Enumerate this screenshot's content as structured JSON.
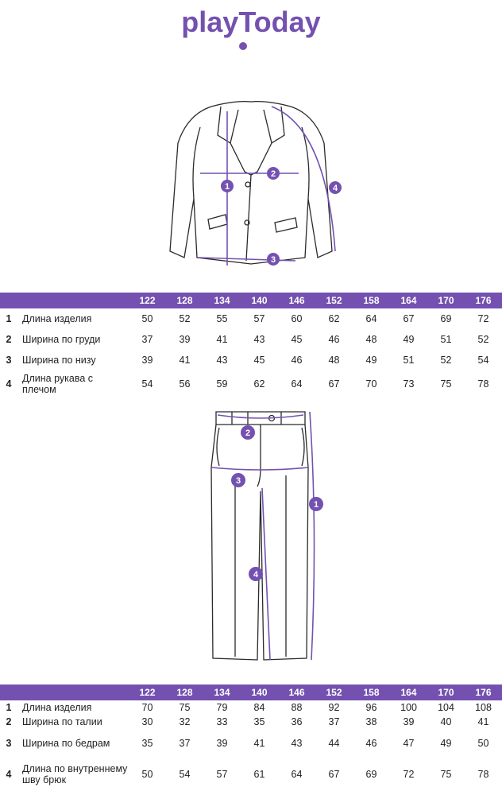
{
  "brand": {
    "logo_text": "playToday",
    "accent": "#7451b0"
  },
  "jacket": {
    "sizes": [
      "122",
      "128",
      "134",
      "140",
      "146",
      "152",
      "158",
      "164",
      "170",
      "176"
    ],
    "rows": [
      {
        "num": "1",
        "label": "Длина изделия",
        "values": [
          "50",
          "52",
          "55",
          "57",
          "60",
          "62",
          "64",
          "67",
          "69",
          "72"
        ]
      },
      {
        "num": "2",
        "label": "Ширина по груди",
        "values": [
          "37",
          "39",
          "41",
          "43",
          "45",
          "46",
          "48",
          "49",
          "51",
          "52"
        ]
      },
      {
        "num": "3",
        "label": "Ширина по низу",
        "values": [
          "39",
          "41",
          "43",
          "45",
          "46",
          "48",
          "49",
          "51",
          "52",
          "54"
        ]
      },
      {
        "num": "4",
        "label": "Длина рукава с плечом",
        "values": [
          "54",
          "56",
          "59",
          "62",
          "64",
          "67",
          "70",
          "73",
          "75",
          "78"
        ]
      }
    ],
    "markers": [
      "1",
      "2",
      "3",
      "4"
    ]
  },
  "trousers": {
    "sizes": [
      "122",
      "128",
      "134",
      "140",
      "146",
      "152",
      "158",
      "164",
      "170",
      "176"
    ],
    "rows": [
      {
        "num": "1",
        "label": "Длина изделия",
        "values": [
          "70",
          "75",
          "79",
          "84",
          "88",
          "92",
          "96",
          "100",
          "104",
          "108"
        ]
      },
      {
        "num": "2",
        "label": "Ширина по талии",
        "values": [
          "30",
          "32",
          "33",
          "35",
          "36",
          "37",
          "38",
          "39",
          "40",
          "41"
        ]
      },
      {
        "num": "3",
        "label": "Ширина по бедрам",
        "values": [
          "35",
          "37",
          "39",
          "41",
          "43",
          "44",
          "46",
          "47",
          "49",
          "50"
        ]
      },
      {
        "num": "4",
        "label": "Длина по внутреннему шву брюк",
        "values": [
          "50",
          "54",
          "57",
          "61",
          "64",
          "67",
          "69",
          "72",
          "75",
          "78"
        ]
      }
    ],
    "markers": [
      "1",
      "2",
      "3",
      "4"
    ]
  }
}
